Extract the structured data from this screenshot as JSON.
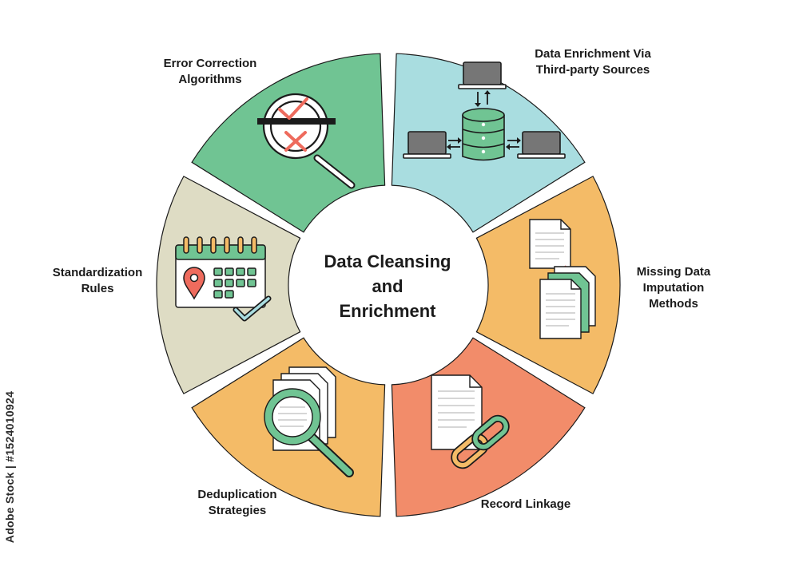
{
  "diagram": {
    "center_title_lines": [
      "Data Cleansing",
      "and",
      "Enrichment"
    ],
    "segments": [
      {
        "id": "data-enrichment",
        "label_lines": [
          "Data Enrichment Via",
          "Third-party Sources"
        ],
        "color": "#a9dde0",
        "icon": "database-network-icon"
      },
      {
        "id": "missing-data",
        "label_lines": [
          "Missing Data",
          "Imputation",
          "Methods"
        ],
        "color": "#f4bb67",
        "icon": "documents-icon"
      },
      {
        "id": "record-linkage",
        "label_lines": [
          "Record Linkage"
        ],
        "color": "#f28c6a",
        "icon": "document-chain-icon"
      },
      {
        "id": "deduplication",
        "label_lines": [
          "Deduplication",
          "Strategies"
        ],
        "color": "#f4bb67",
        "icon": "magnifier-documents-icon"
      },
      {
        "id": "standardization",
        "label_lines": [
          "Standardization",
          "Rules"
        ],
        "color": "#dedcc4",
        "icon": "calendar-pin-icon"
      },
      {
        "id": "error-correction",
        "label_lines": [
          "Error Correction",
          "Algorithms"
        ],
        "color": "#70c493",
        "icon": "magnifier-check-icon"
      }
    ]
  },
  "watermark": "Adobe Stock | #1524010924",
  "colors": {
    "outline": "#1b1b1b",
    "ink": "#1b1b1b",
    "green_icon": "#70c493",
    "pin_red": "#ee6b5d"
  }
}
